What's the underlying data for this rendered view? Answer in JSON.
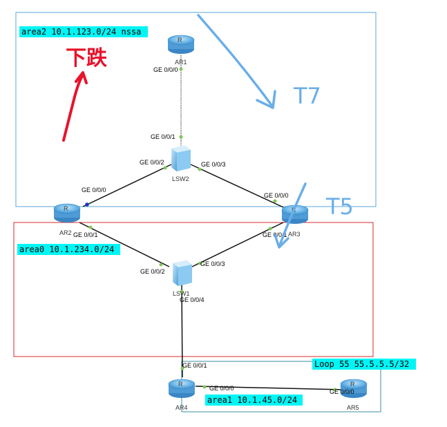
{
  "areas": {
    "area2": "area2 10.1.123.0/24 nssa",
    "area0": "area0 10.1.234.0/24",
    "area1": "area1 10.1.45.0/24",
    "loopback": "Loop 55 55.5.5.5/32"
  },
  "devices": {
    "ar1": "AR1",
    "ar2": "AR2",
    "ar3": "AR3",
    "ar4": "AR4",
    "ar5": "AR5",
    "lsw1": "LSW1",
    "lsw2": "LSW2",
    "router_glyph": "R"
  },
  "ports": {
    "ar1_g000": "GE 0/0/0",
    "lsw2_g001": "GE 0/0/1",
    "lsw2_g002": "GE 0/0/2",
    "lsw2_g003": "GE 0/0/3",
    "ar2_g000": "GE 0/0/0",
    "ar2_g001": "GE 0/0/1",
    "ar3_g000": "GE 0/0/0",
    "ar3_g001": "GE 0/0/1",
    "lsw1_g002": "GE 0/0/2",
    "lsw1_g003": "GE 0/0/3",
    "lsw1_g004": "GE 0/0/4",
    "ar4_g001": "GE 0/0/1",
    "ar4_g000": "GE 0/0/0",
    "ar5_g000": "GE 0/0/0"
  },
  "annotations": {
    "red_note": "下跌",
    "blue_t7": "T7",
    "blue_t5": "T5"
  },
  "colors": {
    "area2_border": "#5aa6dc",
    "area0_border": "#d9282b",
    "area1_border": "#3a8ea0",
    "label_bg": "#00f5f5",
    "link": "#000000",
    "port_dot": "#7ec857",
    "device_fill": "#6bb6e8",
    "red_ink": "#e8132b",
    "blue_ink": "#6aaee8"
  },
  "icons": {
    "router": "router-icon",
    "switch": "switch-icon"
  }
}
